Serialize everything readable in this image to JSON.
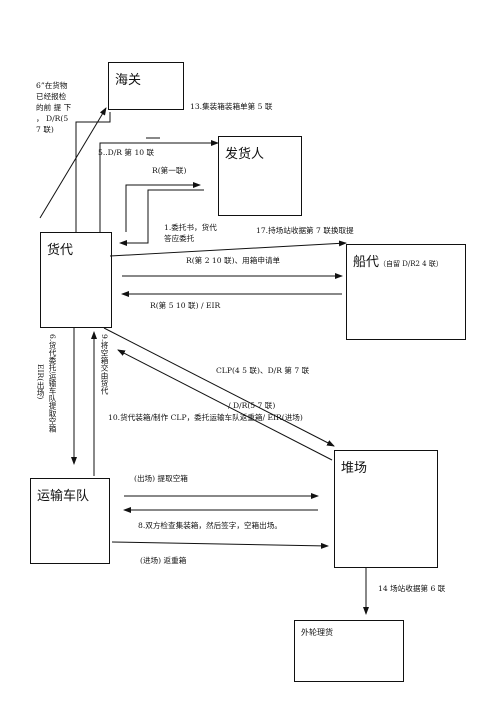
{
  "nodes": {
    "customs": "海关",
    "consignor": "发货人",
    "forwarder": "货代",
    "shipping_agent": "船代",
    "shipping_agent_note": "（自留 D/R2 4 联）",
    "yard": "堆场",
    "trucking": "运输车队",
    "foreign_tally": "外轮理货"
  },
  "labels": {
    "note6": "6”在货物已经报检的前 提 下 ， D/R(5 7 联)",
    "step13": "13.集装箱装箱单第 5 联",
    "step5": "5..D/R 第 10 联",
    "r_first": "R(第一联)",
    "step1": "1.委托书，货代答应委托",
    "step17": "17.持场站收据第 7 联换取提",
    "r_2_10": "R(第 2 10 联)、用箱申请单",
    "r_5_10": "R(第 5 10 联) / EIR",
    "step6": "6.货代委托运输车队提取空箱",
    "eir_out": "EIR(出场)",
    "step9": "9.将空箱交由货代",
    "clp": "CLP(4 5 联)、D/R 第 7 联",
    "dr57": "/ D/R(5 7 联)",
    "step10": "10.货代装箱/制作 CLP，委托运输车队返重箱/ EIR(进场)",
    "pickup_empty": "(出场) 提取空箱",
    "step8": "8.双方检查集装箱，然后签字，空箱出场。",
    "return_full": "(进场) 返重箱",
    "step14": "14 场站收据第 6 联"
  }
}
